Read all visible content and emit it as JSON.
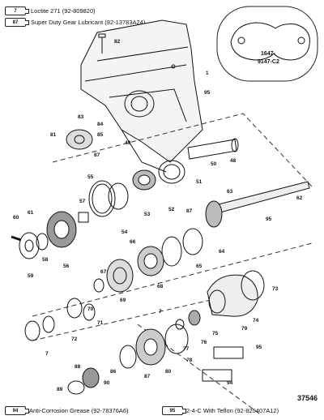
{
  "legend_top": [
    {
      "num": "7",
      "text": "Loctite 271 (92-809820)"
    },
    {
      "num": "87",
      "text": "Super Duty Gear Lubricant (92-13783A24)"
    }
  ],
  "legend_bottom": [
    {
      "num": "94",
      "text": "Anti-Corrosion Grease (92-78376A6)"
    },
    {
      "num": "95",
      "text": "2-4-C With Teflon (92-825407A12)"
    }
  ],
  "inset_label_line1": "1647-",
  "inset_label_line2": "9147-C2",
  "figure_number": "37546",
  "callouts": [
    "1",
    "82",
    "83",
    "84",
    "85",
    "81",
    "49",
    "95",
    "48",
    "50",
    "51",
    "87",
    "55",
    "53",
    "52",
    "57",
    "63",
    "62",
    "61",
    "60",
    "56",
    "58",
    "59",
    "54",
    "66",
    "64",
    "65",
    "87",
    "95",
    "67",
    "68",
    "69",
    "73",
    "7",
    "70",
    "71",
    "72",
    "74",
    "75",
    "76",
    "79",
    "77",
    "78",
    "80",
    "86",
    "87",
    "88",
    "90",
    "89",
    "95",
    "94",
    "7"
  ]
}
